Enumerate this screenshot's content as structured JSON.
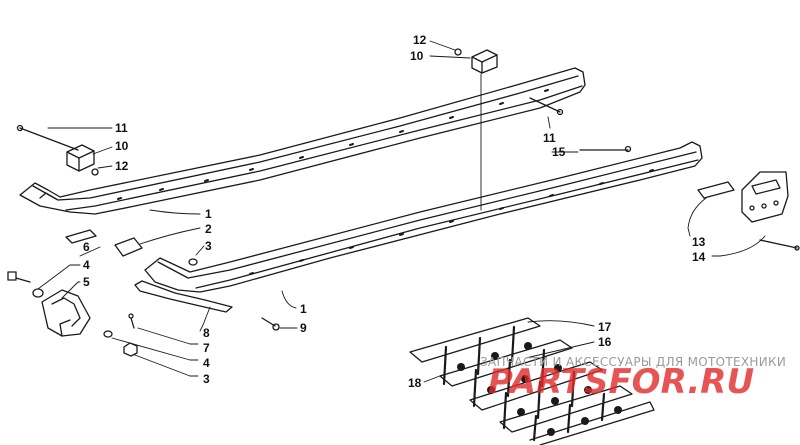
{
  "diagram": {
    "callouts": [
      {
        "id": "c12a",
        "label": "12"
      },
      {
        "id": "c10a",
        "label": "10"
      },
      {
        "id": "c11a",
        "label": "11"
      },
      {
        "id": "c10b",
        "label": "10"
      },
      {
        "id": "c12b",
        "label": "12"
      },
      {
        "id": "c11b",
        "label": "11"
      },
      {
        "id": "c15",
        "label": "15"
      },
      {
        "id": "c1a",
        "label": "1"
      },
      {
        "id": "c2",
        "label": "2"
      },
      {
        "id": "c6",
        "label": "6"
      },
      {
        "id": "c3a",
        "label": "3"
      },
      {
        "id": "c4a",
        "label": "4"
      },
      {
        "id": "c5",
        "label": "5"
      },
      {
        "id": "c1b",
        "label": "1"
      },
      {
        "id": "c13",
        "label": "13"
      },
      {
        "id": "c14",
        "label": "14"
      },
      {
        "id": "c9",
        "label": "9"
      },
      {
        "id": "c8",
        "label": "8"
      },
      {
        "id": "c7",
        "label": "7"
      },
      {
        "id": "c4b",
        "label": "4"
      },
      {
        "id": "c3b",
        "label": "3"
      },
      {
        "id": "c17",
        "label": "17"
      },
      {
        "id": "c16",
        "label": "16"
      },
      {
        "id": "c18",
        "label": "18"
      }
    ]
  },
  "watermark": {
    "text": "ЗАПЧАСТИ И АКСЕССУАРЫ ДЛЯ МОТОТЕХНИКИ",
    "logo": "PARTSFOR.RU"
  },
  "colors": {
    "line": "#1a1a1a",
    "watermark_red": "#e02a2a",
    "watermark_gray": "#9a9a9a"
  }
}
